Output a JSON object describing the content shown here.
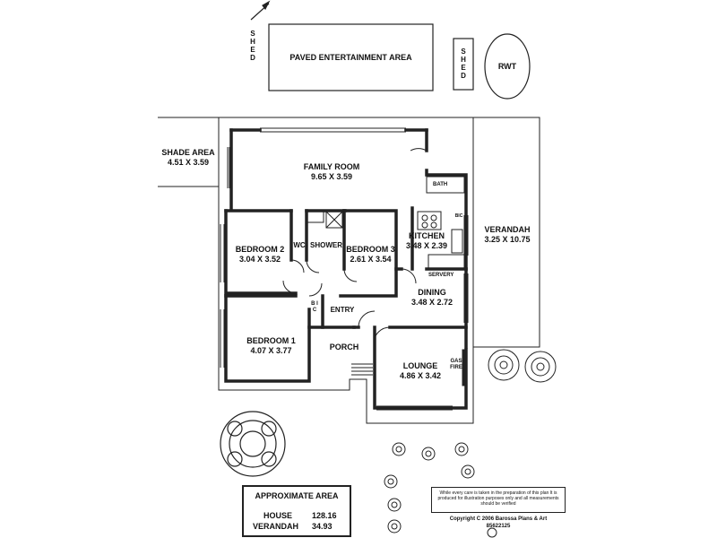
{
  "rooms": {
    "family_room": {
      "name": "FAMILY ROOM",
      "dims": "9.65 X 3.59"
    },
    "bedroom2": {
      "name": "BEDROOM 2",
      "dims": "3.04 X 3.52"
    },
    "bedroom3": {
      "name": "BEDROOM 3",
      "dims": "2.61 X 3.54"
    },
    "bedroom1": {
      "name": "BEDROOM 1",
      "dims": "4.07 X 3.77"
    },
    "kitchen": {
      "name": "KITCHEN",
      "dims": "3.48 X 2.39"
    },
    "dining": {
      "name": "DINING",
      "dims": "3.48 X 2.72"
    },
    "lounge": {
      "name": "LOUNGE",
      "dims": "4.86 X 3.42"
    },
    "verandah": {
      "name": "VERANDAH",
      "dims": "3.25 X 10.75"
    },
    "shade_area": {
      "name": "SHADE AREA",
      "dims": "4.51 X 3.59"
    },
    "wc": "WC",
    "shower": "SHOWER",
    "bath": "BATH",
    "entry": "ENTRY",
    "porch": "PORCH",
    "servery": "SERVERY",
    "bic": "BIC",
    "bic_vertical": "B I C",
    "gas_fire": "GAS FIRE"
  },
  "outdoor": {
    "paved_area": "PAVED ENTERTAINMENT AREA",
    "shed_left": "SHED",
    "shed_right": "SHED",
    "rwt": "RWT"
  },
  "approximate_area": {
    "title": "APPROXIMATE AREA",
    "rows": [
      {
        "label": "HOUSE",
        "value": "128.16"
      },
      {
        "label": "VERANDAH",
        "value": "34.93"
      }
    ]
  },
  "disclaimer": "While every care is taken in the preparation of this plan It is produced for illustration purposes only and all measurements should be verified",
  "copyright": {
    "line1": "Copyright  C 2006  Barossa Plans & Art",
    "line2": "85622125"
  },
  "colors": {
    "wall": "#222222",
    "ink": "#111111",
    "background": "#ffffff"
  }
}
